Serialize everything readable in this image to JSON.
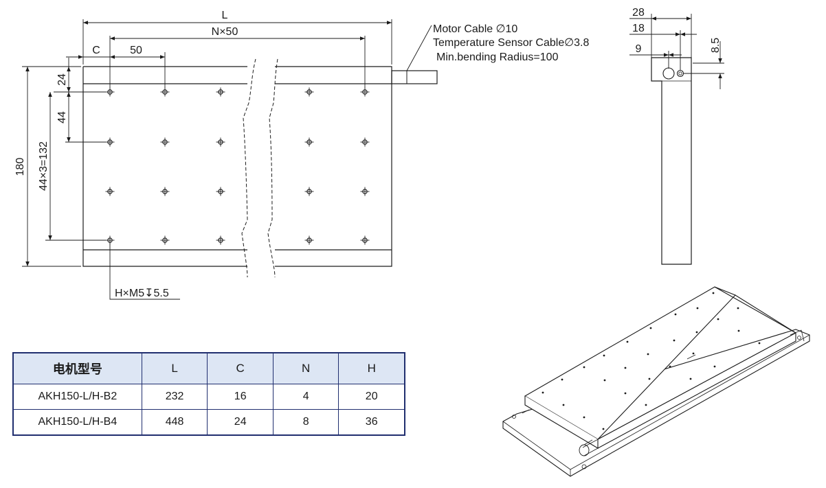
{
  "drawing": {
    "top_view": {
      "dim_L": "L",
      "dim_N50": "N×50",
      "dim_C": "C",
      "dim_50": "50",
      "dim_24": "24",
      "dim_44": "44",
      "dim_180": "180",
      "dim_44x3": "44×3=132",
      "hole_callout": "H×M5",
      "hole_depth_symbol": "↧",
      "hole_depth": "5.5"
    },
    "cable_note": {
      "line1": "Motor Cable ∅10",
      "line2": "Temperature Sensor Cable∅3.8",
      "line3": "Min.bending Radius=100"
    },
    "side_view": {
      "dim_28": "28",
      "dim_18": "18",
      "dim_9": "9",
      "dim_8_5": "8.5"
    }
  },
  "table": {
    "headers": [
      "电机型号",
      "L",
      "C",
      "N",
      "H"
    ],
    "rows": [
      [
        "AKH150-L/H-B2",
        "232",
        "16",
        "4",
        "20"
      ],
      [
        "AKH150-L/H-B4",
        "448",
        "24",
        "8",
        "36"
      ]
    ]
  }
}
